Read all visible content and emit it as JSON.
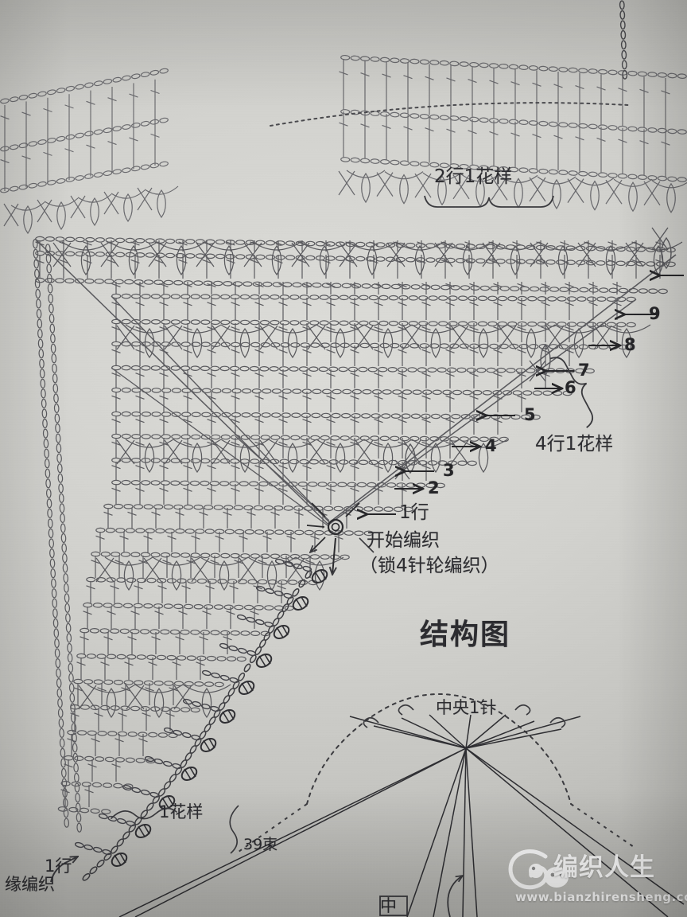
{
  "page": {
    "kind": "crochet-pattern-chart-photo",
    "title_label": "结构图",
    "background_hex": "#d4d4d0",
    "ink_hex": "#4a4a4e"
  },
  "chart_data": {
    "type": "diagram",
    "title": "结构图",
    "subject": "三角披肩钩针符号图 (triangular shawl crochet symbol chart)",
    "row_labels": [
      {
        "n": "9",
        "direction": "left"
      },
      {
        "n": "8",
        "direction": "right"
      },
      {
        "n": "7",
        "direction": "left"
      },
      {
        "n": "6",
        "direction": "right"
      },
      {
        "n": "5",
        "direction": "left"
      },
      {
        "n": "4",
        "direction": "right"
      },
      {
        "n": "3",
        "direction": "left"
      },
      {
        "n": "2",
        "direction": "right"
      }
    ],
    "annotations": [
      {
        "id": "repeat-top",
        "text": "2行1花样"
      },
      {
        "id": "repeat-side",
        "text": "4行1花样"
      },
      {
        "id": "row-one",
        "text": "1行"
      },
      {
        "id": "start",
        "text": "开始编织"
      },
      {
        "id": "start-method",
        "text": "（锁4针轮编织）"
      },
      {
        "id": "one-pattern",
        "text": "1花样"
      },
      {
        "id": "edge-row",
        "text": "1行"
      },
      {
        "id": "edge-knit",
        "text": "缘编织"
      },
      {
        "id": "bundles",
        "text": "39束"
      },
      {
        "id": "center-stitch",
        "text": "中央1针"
      },
      {
        "id": "center-partial",
        "text": "中"
      }
    ]
  },
  "labels": {
    "repeat_top": "2行1花样",
    "repeat_side": "4行1花样",
    "row_1": "1行",
    "start": "开始编织",
    "start_method": "（锁4针轮编织）",
    "structure_title": "结构图",
    "one_pattern": "1花样",
    "edge_row": "1行",
    "edge_knit": "缘编织",
    "bundles": "39束",
    "center_stitch": "中央1针",
    "center_partial": "中",
    "n9": "9",
    "n8": "8",
    "n7": "7",
    "n6": "6",
    "n5": "5",
    "n4": "4",
    "n3": "3",
    "n2": "2"
  },
  "watermark": {
    "brand": "编织人生",
    "url": "www.bianzhirensheng.com"
  }
}
